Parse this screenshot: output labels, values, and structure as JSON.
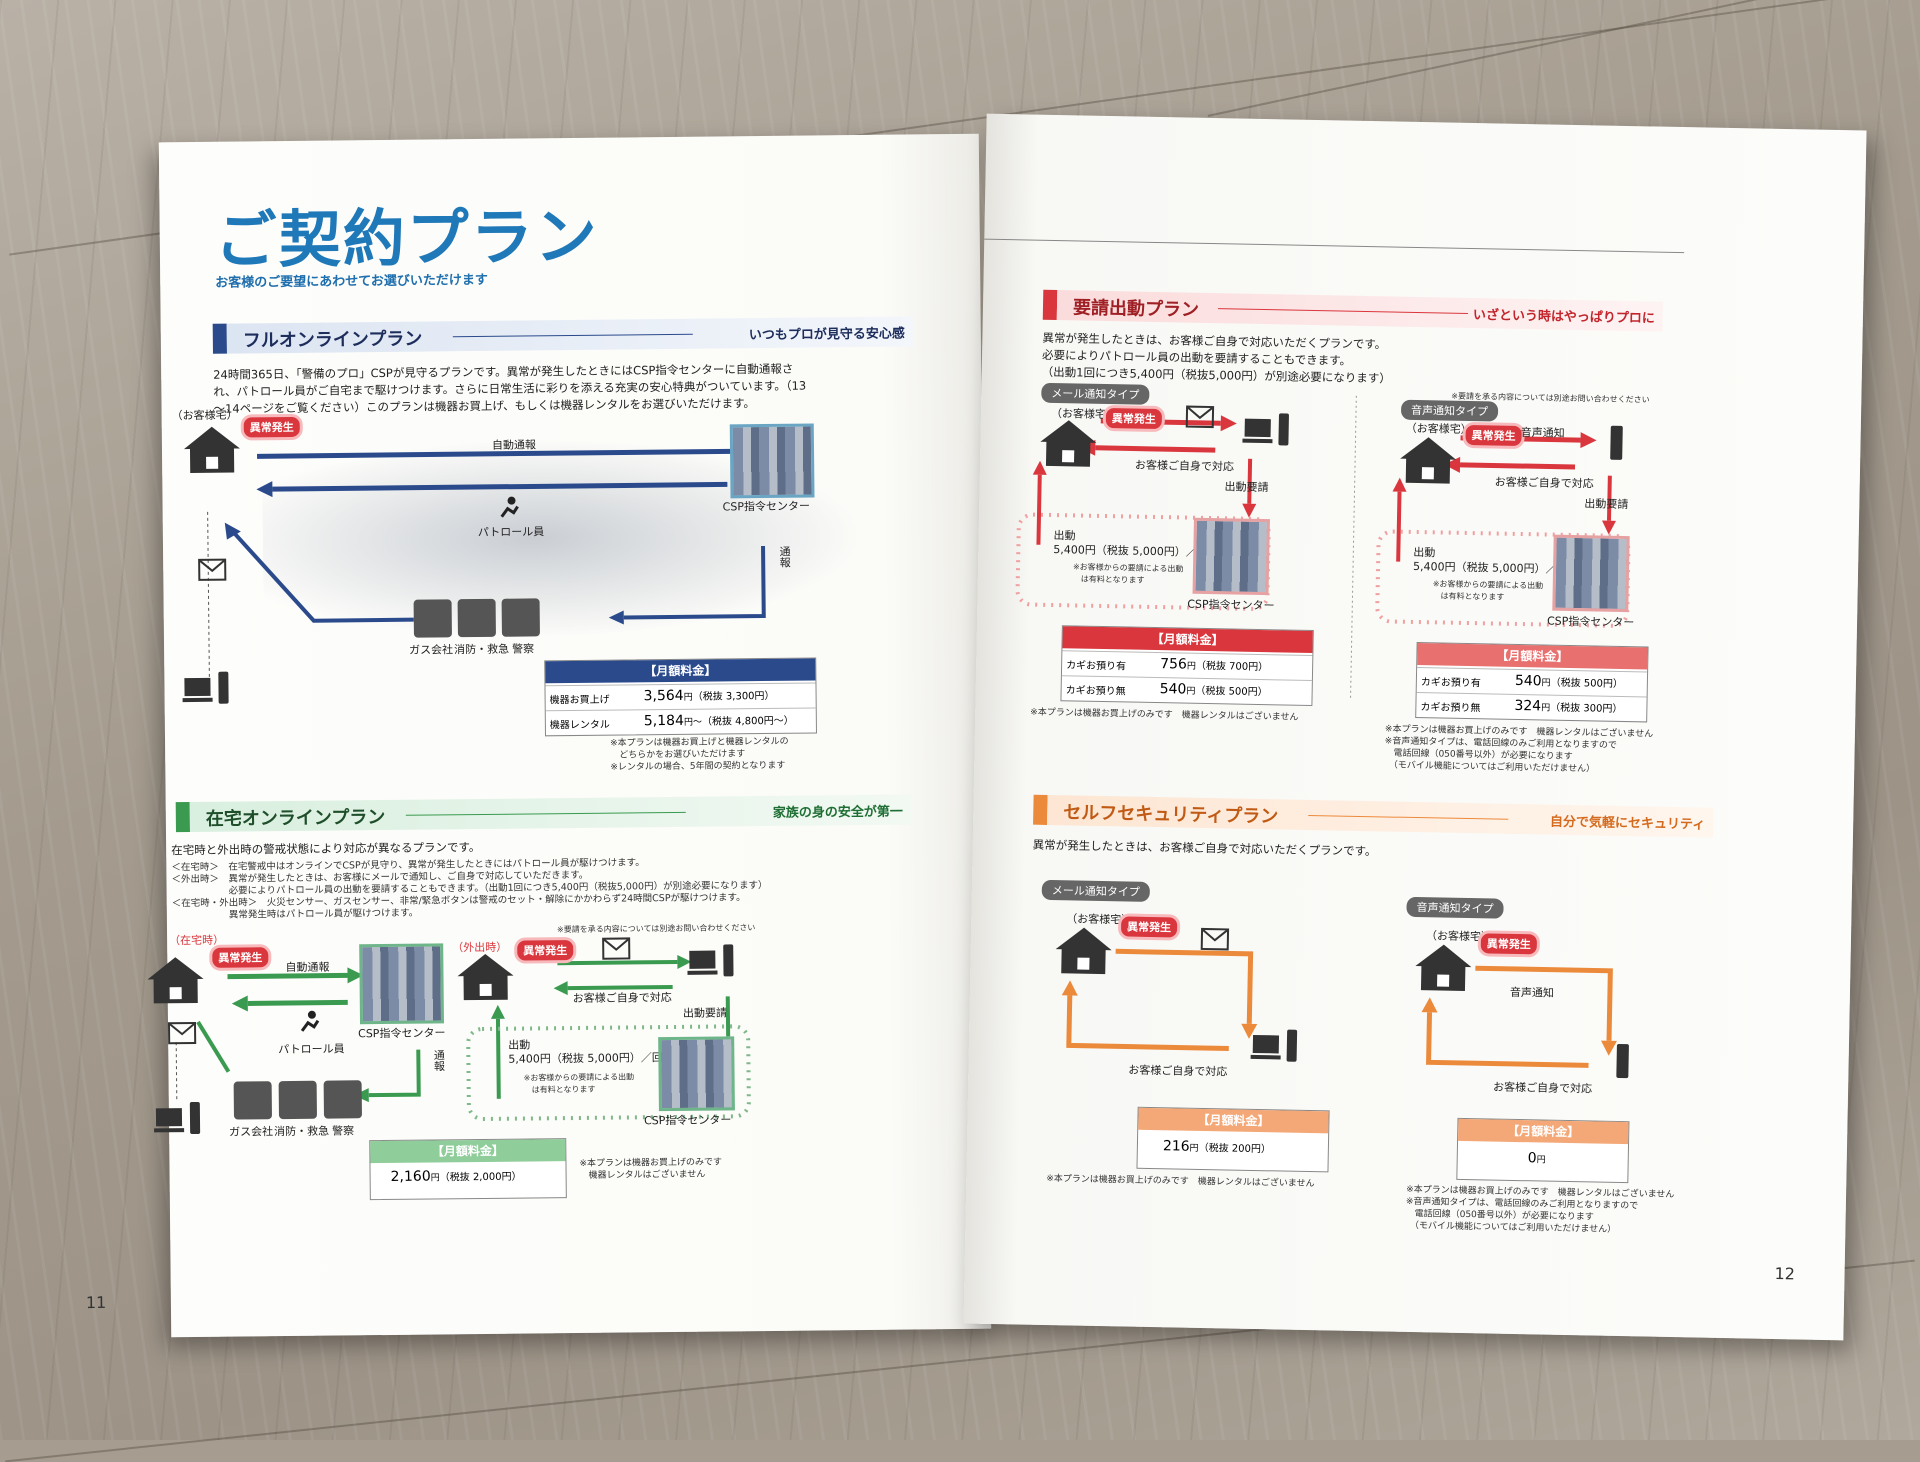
{
  "left": {
    "title": "ご契約プラン",
    "subtitle": "お客様のご要望にあわせてお選びいただけます",
    "page_number": "11",
    "full_online": {
      "name": "フルオンラインプラン",
      "tagline": "いつもプロが見守る安心感",
      "body": "24時間365日、「警備のプロ」CSPが見守るプランです。異常が発生したときにはCSP指令センターに自動通報さ\nれ、パトロール員がご自宅まで駆けつけます。さらに日常生活に彩りを添える充実の安心特典がついています。（13\n〜14ページをご覧ください）このプランは機器お買上げ、もしくは機器レンタルをお選びいただけます。",
      "home_label": "（お客様宅）",
      "alert": "異常発生",
      "auto_report": "自動通報",
      "patrol": "パトロール員",
      "center": "CSP指令センター",
      "report": "通報",
      "gas": "ガス会社",
      "fire": "消防・救急",
      "police": "警察",
      "fee_title": "【月額料金】",
      "fees": [
        {
          "key": "機器お買上げ",
          "value": "3,564",
          "unit": "円",
          "tax": "（税抜 3,300円）"
        },
        {
          "key": "機器レンタル",
          "value": "5,184",
          "unit": "円〜",
          "tax": "（税抜 4,800円〜）"
        }
      ],
      "notes": "※本プランは機器お買上げと機器レンタルの\n　どちらかをお選びいただけます\n※レンタルの場合、5年間の契約となります"
    },
    "home_online": {
      "name": "在宅オンラインプラン",
      "tagline": "家族の身の安全が第一",
      "body": "在宅時と外出時の警戒状態により対応が異なるプランです。",
      "body_small": "＜在宅時＞　在宅警戒中はオンラインでCSPが見守り、異常が発生したときにはパトロール員が駆けつけます。\n＜外出時＞　異常が発生したときは、お客様にメールで通知し、ご自身で対応していただきます。\n　　　　　　必要によりパトロール員の出動を要請することもできます。（出動1回につき5,400円（税抜5,000円）が別途必要になります）\n＜在宅時・外出時＞　火災センサー、ガスセンサー、非常/緊急ボタンは警戒のセット・解除にかかわらず24時間CSPが駆けつけます。\n　　　　　　異常発生時はパトロール員が駆けつけます。",
      "req_note": "※要請を承る内容については別途お問い合わせください",
      "at_home": "（在宅時）",
      "out": "（外出時）",
      "alert": "異常発生",
      "auto_report": "自動通報",
      "patrol": "パトロール員",
      "center": "CSP指令センター",
      "report": "通報",
      "gas": "ガス会社",
      "fire": "消防・救急",
      "police": "警察",
      "self": "お客様ご自身で対応",
      "dispatch_req": "出動要請",
      "dispatch": "出動",
      "dispatch_fee": "5,400円（税抜 5,000円）／回",
      "dispatch_note": "※お客様からの要請による出動\n　は有料となります",
      "fee_title": "【月額料金】",
      "fee_value": "2,160",
      "fee_unit": "円",
      "fee_tax": "（税抜 2,000円）",
      "notes": "※本プランは機器お買上げのみです\n　機器レンタルはございません"
    }
  },
  "right": {
    "page_number": "12",
    "request": {
      "name": "要請出動プラン",
      "tagline": "いざという時はやっぱりプロに",
      "body": "異常が発生したときは、お客様ご自身で対応いただくプランです。\n必要によりパトロール員の出動を要請することもできます。\n（出動1回につき5,400円（税抜5,000円）が別途必要になります）",
      "req_note": "※要請を承る内容については別途お問い合わせください",
      "mail_type": "メール通知タイプ",
      "voice_type": "音声通知タイプ",
      "home_label": "（お客様宅）",
      "alert": "異常発生",
      "voice": "音声通知",
      "self": "お客様ご自身で対応",
      "dispatch_req": "出動要請",
      "dispatch": "出動",
      "dispatch_fee": "5,400円（税抜 5,000円）／回",
      "dispatch_note": "※お客様からの要請による出動\n　は有料となります",
      "center": "CSP指令センター",
      "fee_title": "【月額料金】",
      "fees_mail": [
        {
          "key": "カギお預り有",
          "value": "756",
          "unit": "円",
          "tax": "（税抜 700円）"
        },
        {
          "key": "カギお預り無",
          "value": "540",
          "unit": "円",
          "tax": "（税抜 500円）"
        }
      ],
      "fees_voice": [
        {
          "key": "カギお預り有",
          "value": "540",
          "unit": "円",
          "tax": "（税抜 500円）"
        },
        {
          "key": "カギお預り無",
          "value": "324",
          "unit": "円",
          "tax": "（税抜 300円）"
        }
      ],
      "notes_mail": "※本プランは機器お買上げのみです　機器レンタルはございません",
      "notes_voice": "※本プランは機器お買上げのみです　機器レンタルはございません\n※音声通知タイプは、電話回線のみご利用となりますので\n　電話回線（050番号以外）が必要になります\n　（モバイル機能についてはご利用いただけません）"
    },
    "self_security": {
      "name": "セルフセキュリティプラン",
      "tagline": "自分で気軽にセキュリティ",
      "body": "異常が発生したときは、お客様ご自身で対応いただくプランです。",
      "mail_type": "メール通知タイプ",
      "voice_type": "音声通知タイプ",
      "home_label": "（お客様宅）",
      "alert": "異常発生",
      "voice": "音声通知",
      "self": "お客様ご自身で対応",
      "fee_title": "【月額料金】",
      "fee_mail_value": "216",
      "fee_mail_unit": "円",
      "fee_mail_tax": "（税抜 200円）",
      "fee_voice_value": "0",
      "fee_voice_unit": "円",
      "notes_mail": "※本プランは機器お買上げのみです　機器レンタルはございません",
      "notes_voice": "※本プランは機器お買上げのみです　機器レンタルはございません\n※音声通知タイプは、電話回線のみご利用となりますので\n　電話回線（050番号以外）が必要になります\n　（モバイル機能についてはご利用いただけません）"
    }
  },
  "colors": {
    "blue": "#2a4a8c",
    "title_blue": "#1f78b8",
    "green": "#3a9a4f",
    "red": "#d9373d",
    "orange": "#ec8a3c"
  }
}
